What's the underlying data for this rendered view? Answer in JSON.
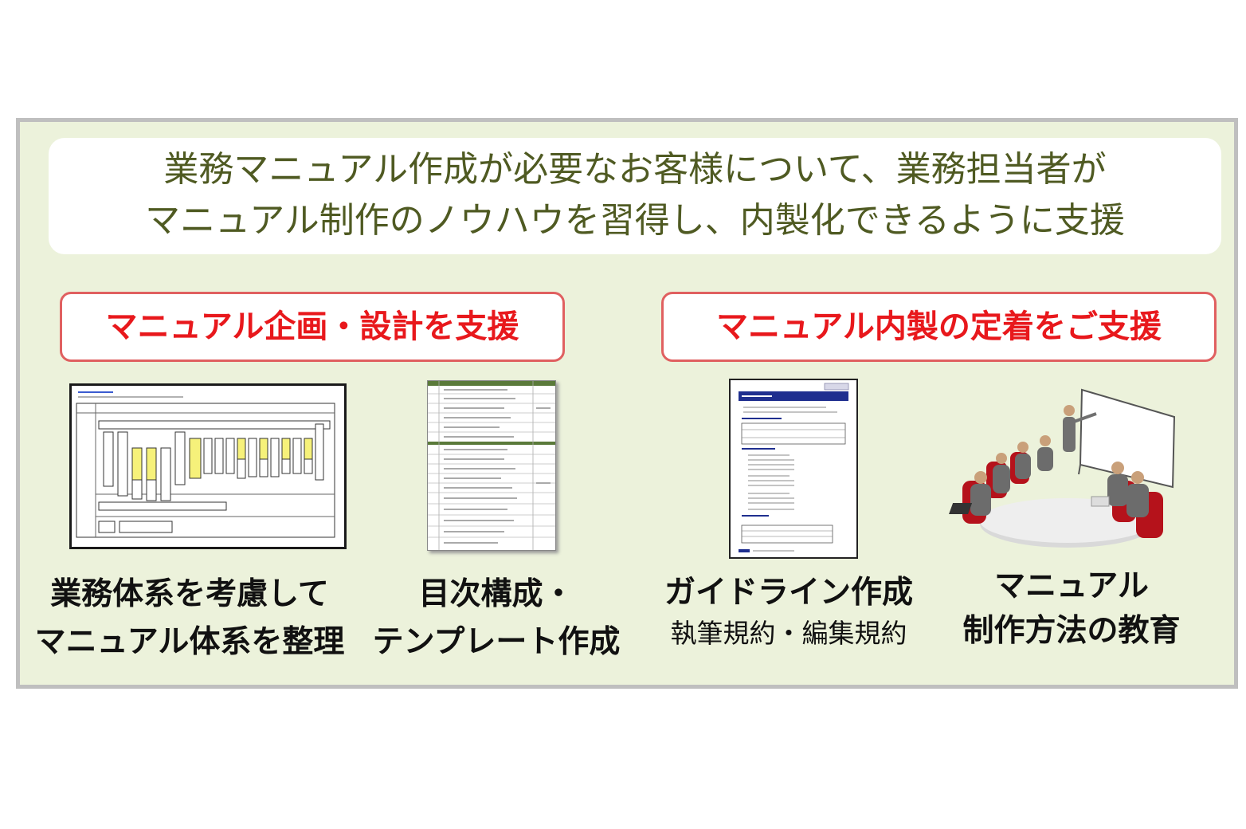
{
  "header": {
    "line1": "業務マニュアル作成が必要なお客様について、業務担当者が",
    "line2": "マニュアル制作のノウハウを習得し、内製化できるように支援"
  },
  "banners": {
    "left": "マニュアル企画・設計を支援",
    "right": "マニュアル内製の定着をご支援"
  },
  "items": [
    {
      "line1": "業務体系を考慮して",
      "line2": "マニュアル体系を整理",
      "icon": "org-chart-document-icon"
    },
    {
      "line1": "目次構成・",
      "line2": "テンプレート作成",
      "icon": "table-of-contents-document-icon"
    },
    {
      "line1": "ガイドライン作成",
      "sub": "執筆規約・編集規約",
      "icon": "guideline-document-icon"
    },
    {
      "line1": "マニュアル",
      "line2": "制作方法の教育",
      "icon": "meeting-presentation-icon"
    }
  ],
  "colors": {
    "panel_bg": "#ecf2db",
    "panel_border": "#bfbfbf",
    "header_text": "#4f5a22",
    "banner_text": "#e8181c",
    "banner_border": "#e06060",
    "highlight_yellow": "#f6f17a",
    "doc_header_blue": "#1f2f8f",
    "toc_green": "#5a7a3a"
  }
}
